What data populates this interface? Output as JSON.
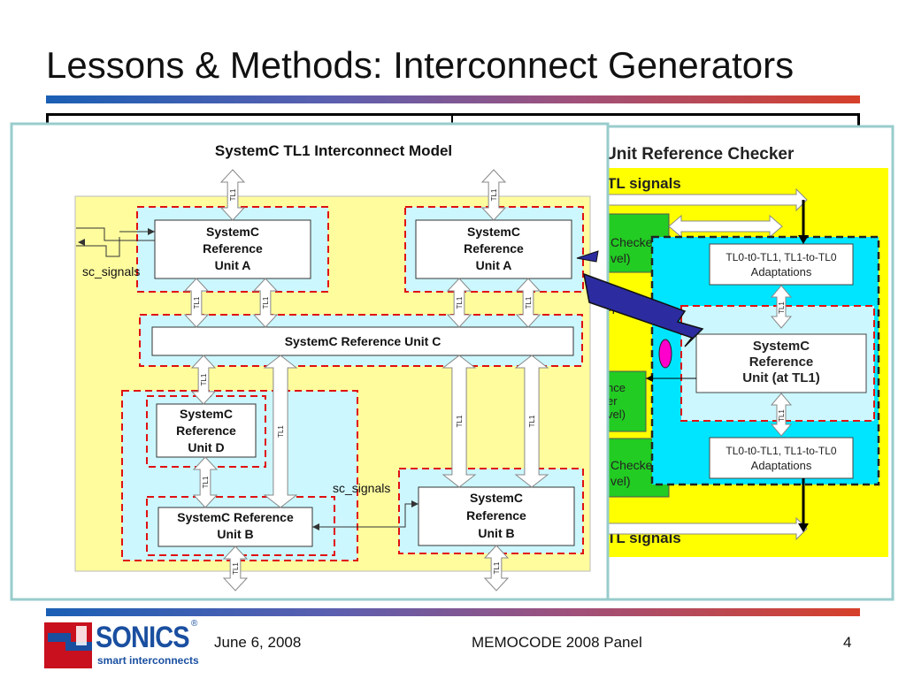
{
  "slide": {
    "title": "Lessons & Methods: Interconnect Generators",
    "footer": {
      "date": "June 6, 2008",
      "event": "MEMOCODE 2008 Panel",
      "page": "4"
    },
    "logo": {
      "name": "SONICS",
      "tagline": "smart interconnects",
      "mark": "®"
    }
  },
  "left_model": {
    "title": "SystemC TL1 Interconnect Model",
    "tl_label": "TL1",
    "sc_signals": "sc_signals",
    "unit_a_left": [
      "SystemC",
      "Reference",
      "Unit A"
    ],
    "unit_a_right": [
      "SystemC",
      "Reference",
      "Unit A"
    ],
    "unit_c": "SystemC Reference Unit C",
    "unit_d": [
      "SystemC",
      "Reference",
      "Unit D"
    ],
    "unit_b_left": [
      "SystemC Reference",
      "Unit B"
    ],
    "unit_b_right": [
      "SystemC",
      "Reference",
      "Unit B"
    ]
  },
  "right_checker": {
    "title": "Unit Reference Checker",
    "tl_signals_top": "TL signals",
    "tl_signals_bottom": "TL signals",
    "checker_top": [
      "Checker",
      "vel)"
    ],
    "checker_bottom": [
      "Checker",
      "vel)"
    ],
    "partial_mid": [
      "nce",
      "er",
      "vel)"
    ],
    "partial_word": "ppe",
    "adaptations_top": [
      "TL0-t0-TL1, TL1-to-TL0",
      "Adaptations"
    ],
    "adaptations_bottom": [
      "TL0-t0-TL1, TL1-to-TL0",
      "Adaptations"
    ],
    "unit_center": [
      "SystemC",
      "Reference",
      "Unit (at TL1)"
    ],
    "tl_label": "TL1"
  },
  "colors": {
    "yellow": "#fffc9e",
    "bright_yellow": "#ffff00",
    "light_cyan": "#ccf7ff",
    "cyan": "#00e5ff",
    "red_dash": "#e01010",
    "green": "#22cc22",
    "blue_arrow": "#2c2ca0",
    "magenta": "#ff00cc"
  }
}
